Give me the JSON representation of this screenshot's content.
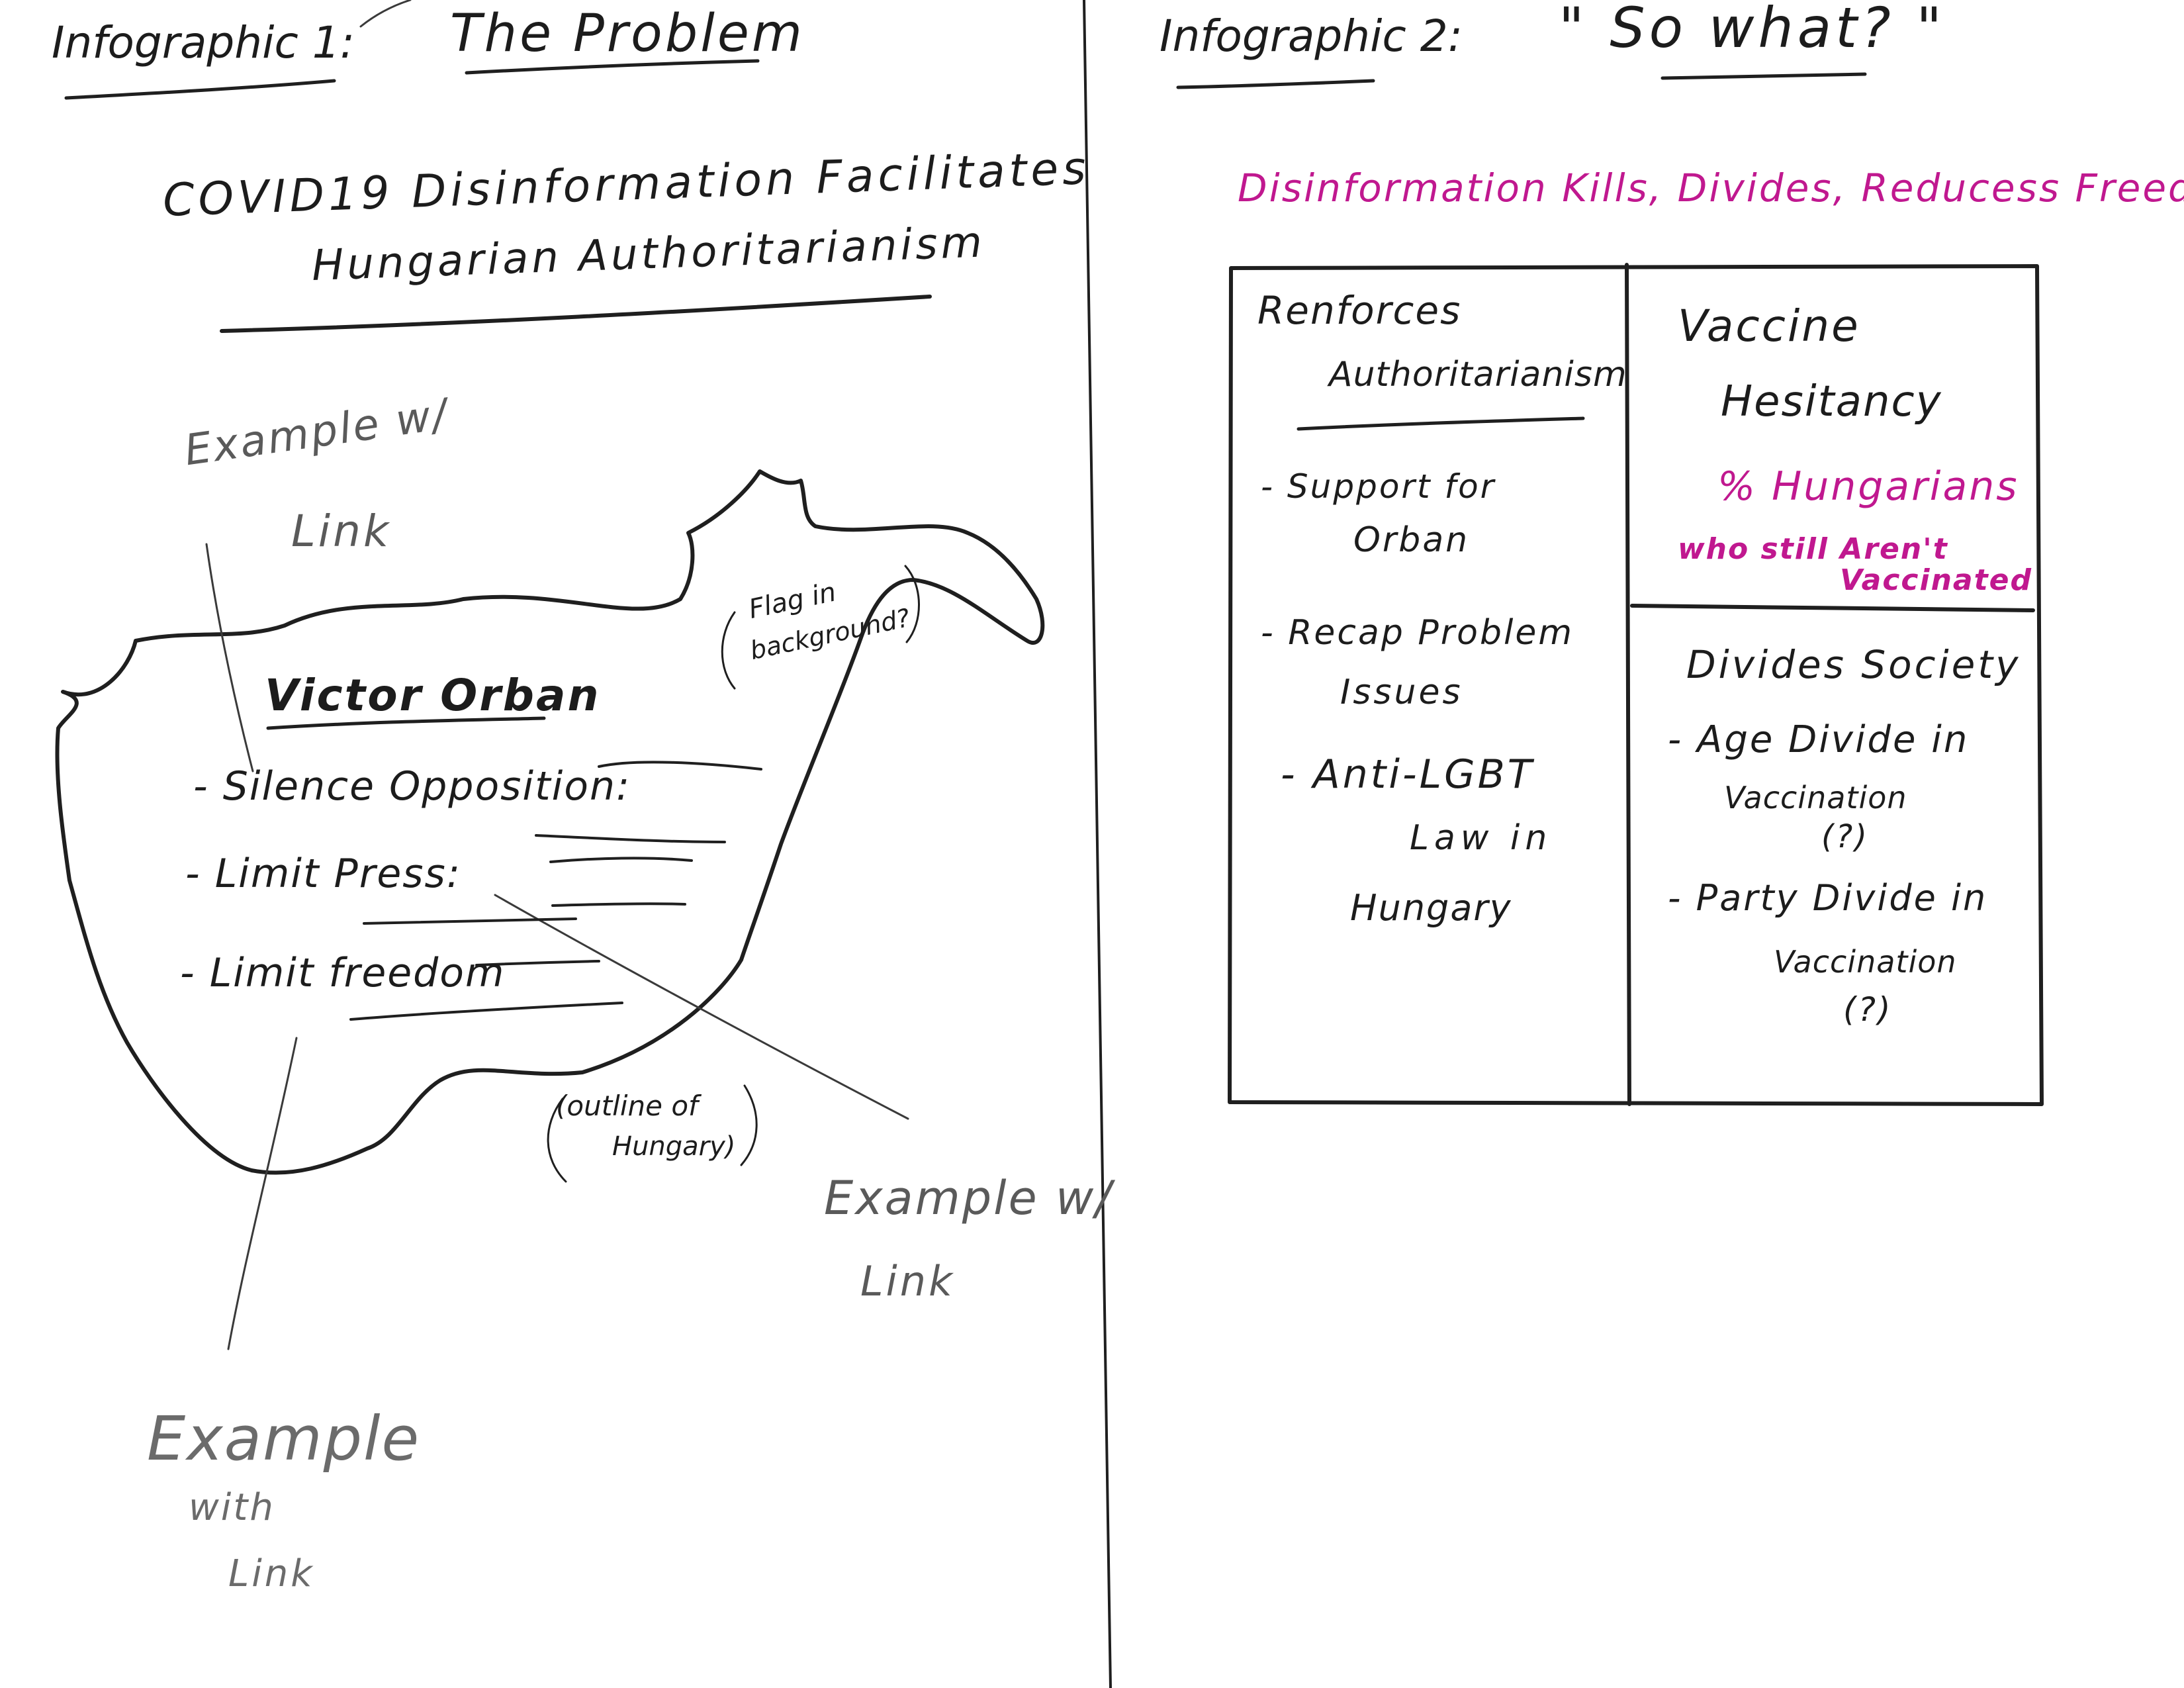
{
  "left": {
    "infographic_label": "Infographic 1:",
    "heading": "The Problem",
    "title_line1": "COVID19 Disinformation Facilitates",
    "title_line2": "Hungarian Authoritarianism",
    "example_top": [
      "Example w/",
      "Link"
    ],
    "flag_note": [
      "Flag in",
      "background?"
    ],
    "map_title": "Victor Orban",
    "bullets": [
      "- Silence Opposition:",
      "- Limit Press:",
      "- Limit freedom"
    ],
    "outline_note": [
      "(outline of",
      "Hungary)"
    ],
    "example_right": [
      "Example w/",
      "Link"
    ],
    "example_bottom": [
      "Example",
      "with",
      "Link"
    ]
  },
  "right": {
    "infographic_label": "Infographic 2:",
    "heading": "\" So what? \"",
    "subtitle": "Disinformation Kills, Divides, Reducess Freedom",
    "box1": {
      "title_line1": "Renforces",
      "title_line2": "Authoritarianism",
      "items": [
        [
          "- Support for",
          "Orban"
        ],
        [
          "- Recap Problem",
          "Issues"
        ],
        [
          "- Anti-LGBT",
          "Law in",
          "Hungary"
        ]
      ]
    },
    "box2": {
      "title_line1": "Vaccine",
      "title_line2": "Hesitancy",
      "stat_line1": "% Hungarians",
      "stat_line2": "who still Aren't",
      "stat_line3": "Vaccinated"
    },
    "box3": {
      "title": "Divides Society",
      "items": [
        [
          "- Age Divide in",
          "Vaccination",
          "(?)"
        ],
        [
          "- Party Divide in",
          "Vaccination",
          "(?)"
        ]
      ]
    }
  },
  "colors": {
    "ink": "#1f1f1f",
    "pencil": "#5a5a5a",
    "magenta": "#c0188f"
  }
}
